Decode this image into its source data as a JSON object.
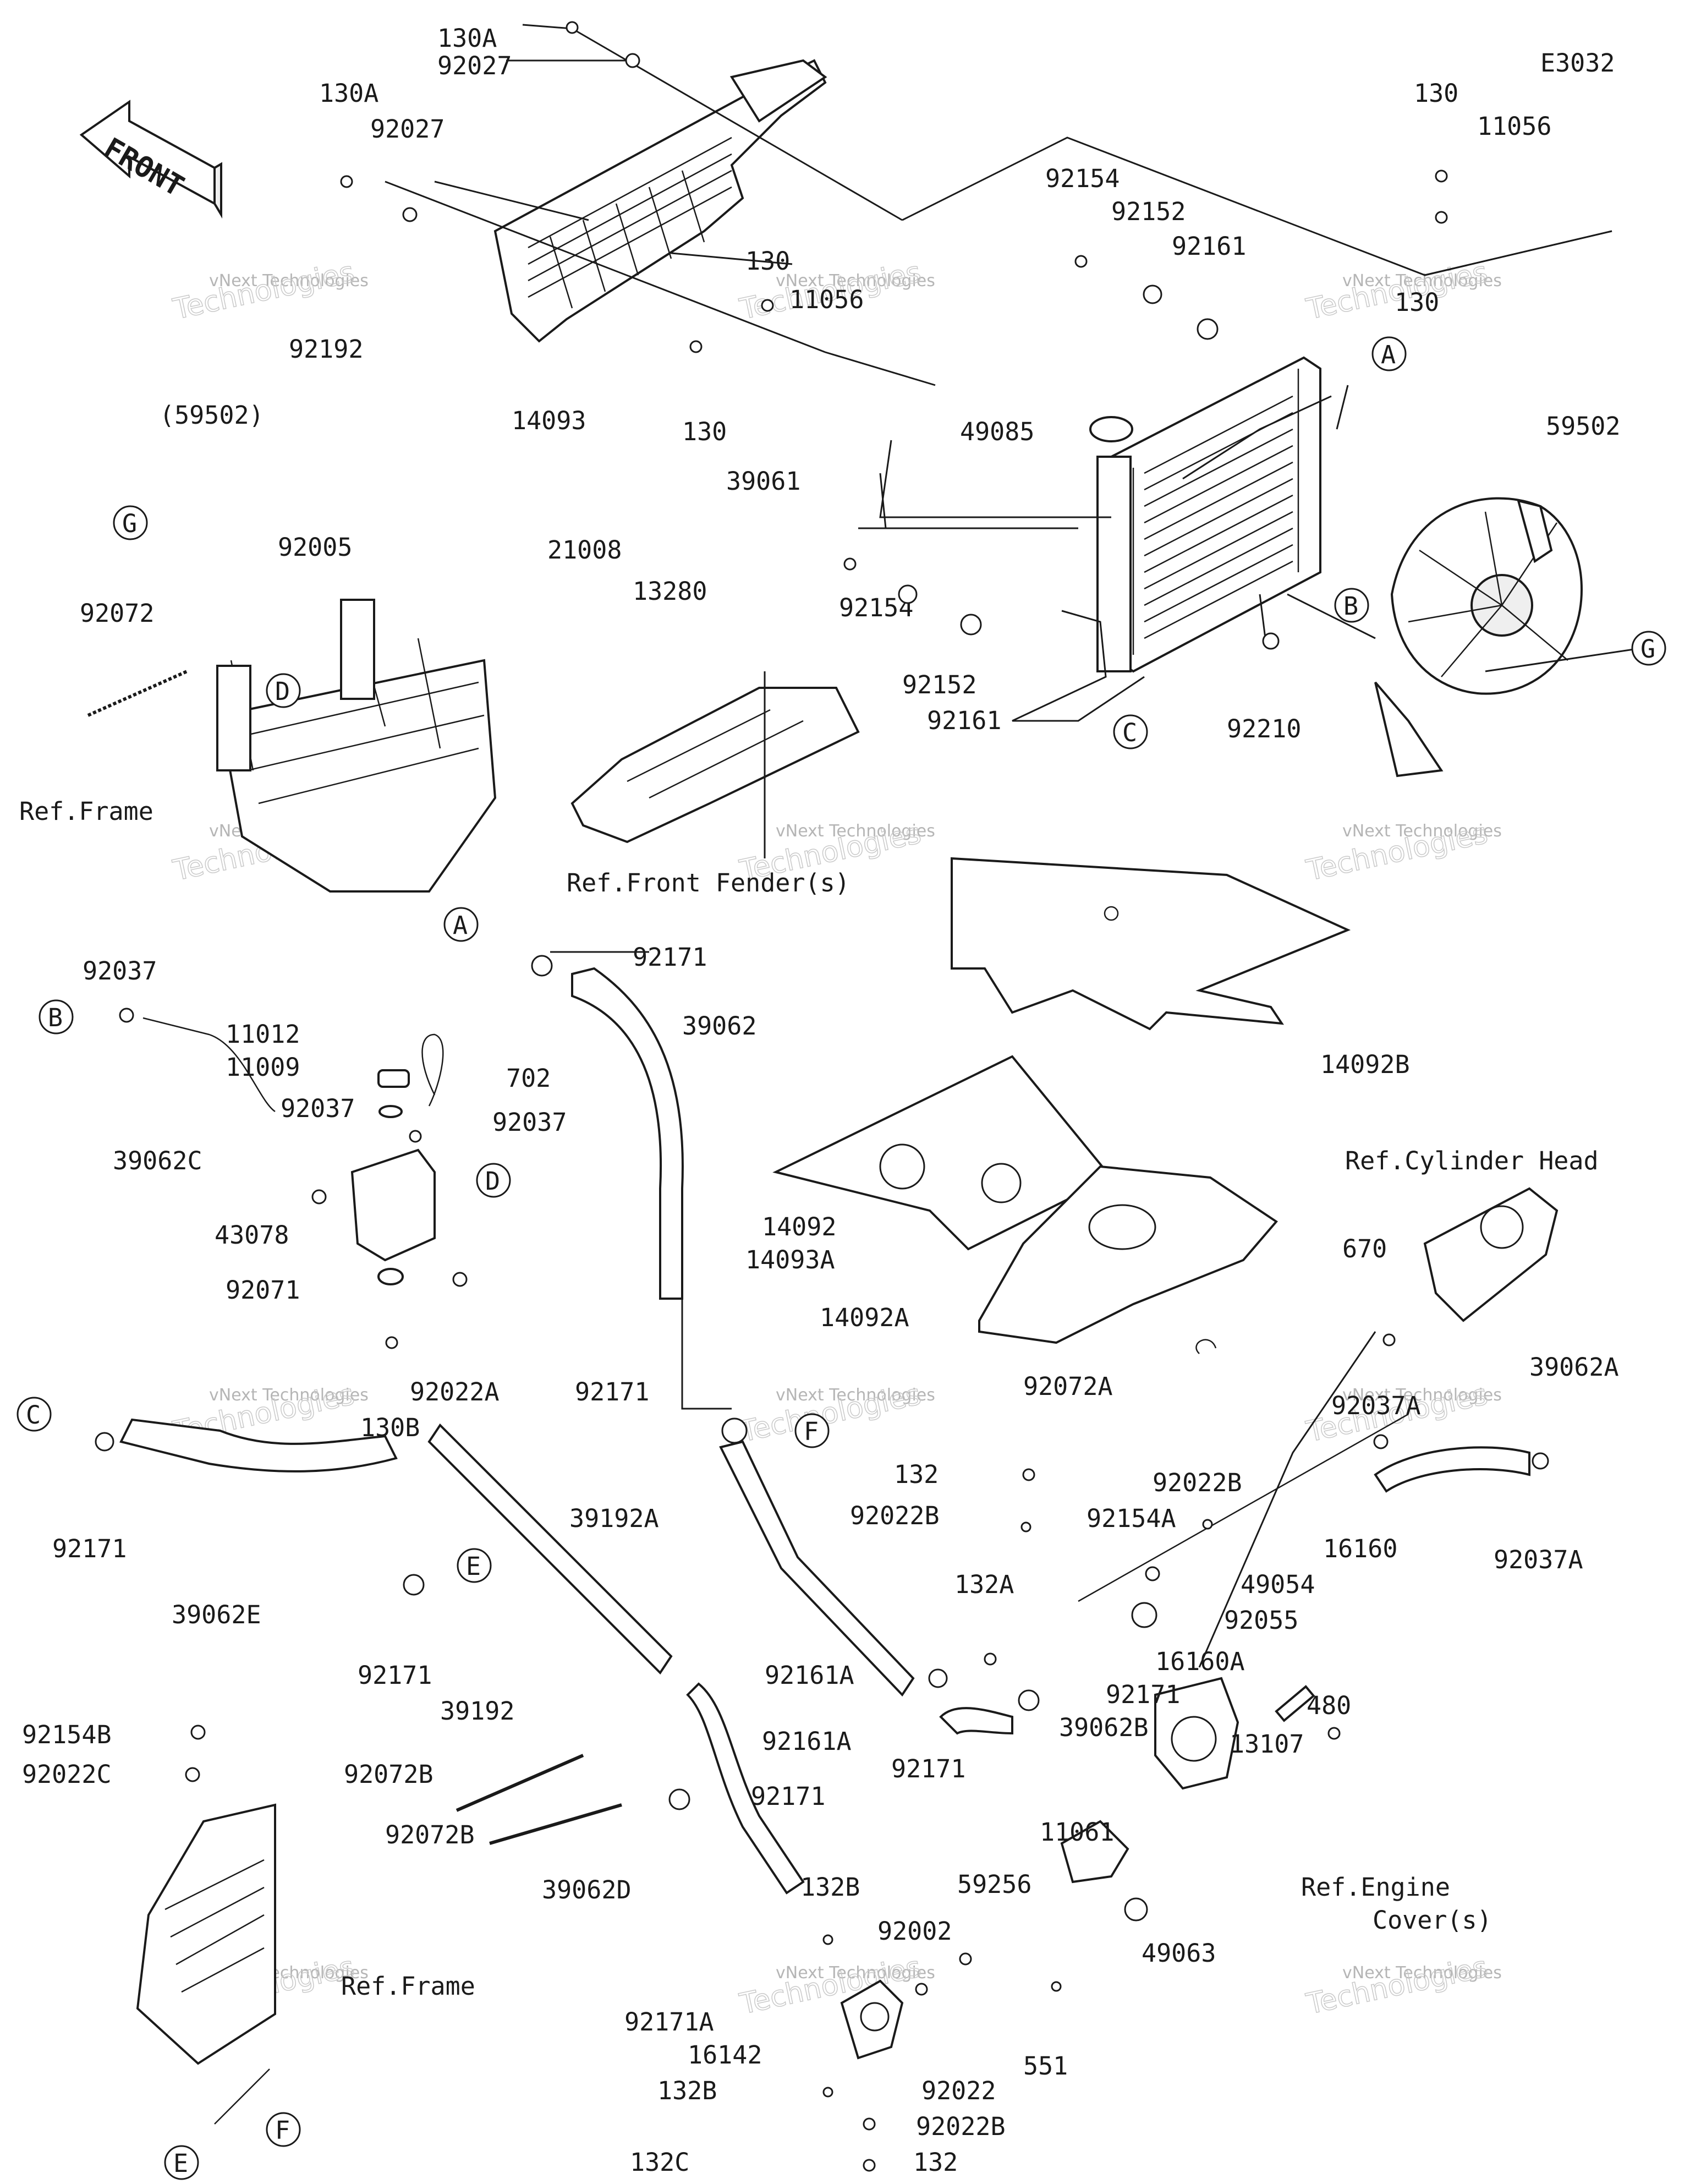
{
  "diagram_code": "E3032",
  "front_badge": "FRONT",
  "watermark": {
    "line1": "vNext Technologies",
    "line2": "vNext",
    "line3": "Technologies"
  },
  "callouts": [
    "A",
    "B",
    "C",
    "D",
    "E",
    "F",
    "G"
  ],
  "parts": {
    "p130A_1": "130A",
    "p130A_2": "130A",
    "p92027_1": "92027",
    "p92027_2": "92027",
    "p130_1": "130",
    "p130_2": "130",
    "p130_3": "130",
    "p130_4": "130",
    "p11056_1": "11056",
    "p11056_2": "11056",
    "p92154_1": "92154",
    "p92154_2": "92154",
    "p92152_1": "92152",
    "p92152_2": "92152",
    "p92161_1": "92161",
    "p92161_2": "92161",
    "p14093": "14093",
    "p49085": "49085",
    "p39061": "39061",
    "p59502": "59502",
    "p59502b": "(59502)",
    "p92192": "92192",
    "p92005": "92005",
    "p92072": "92072",
    "p21008": "21008",
    "p13280": "13280",
    "p92210": "92210",
    "ref_frame_1": "Ref.Frame",
    "ref_front_fender": "Ref.Front Fender(s)",
    "p92171_1": "92171",
    "p92171_2": "92171",
    "p92171_3": "92171",
    "p92171_4": "92171",
    "p92171_5": "92171",
    "p92171_6": "92171",
    "p92171_7": "92171",
    "p39062": "39062",
    "p14092B": "14092B",
    "p92037_1": "92037",
    "p92037_2": "92037",
    "p92037_3": "92037",
    "p11012": "11012",
    "p11009": "11009",
    "p702": "702",
    "p39062C": "39062C",
    "p43078": "43078",
    "p92071": "92071",
    "p92022A": "92022A",
    "p130B": "130B",
    "p14092": "14092",
    "p14093A": "14093A",
    "p14092A": "14092A",
    "ref_cylinder_head": "Ref.Cylinder Head",
    "p670": "670",
    "p39062A": "39062A",
    "p92037A_1": "92037A",
    "p92037A_2": "92037A",
    "p92072A": "92072A",
    "p39192A": "39192A",
    "p132_1": "132",
    "p132_2": "132",
    "p92022B_1": "92022B",
    "p92022B_2": "92022B",
    "p92022B_3": "92022B",
    "p92154A": "92154A",
    "p16160": "16160",
    "p49054": "49054",
    "p92055": "92055",
    "p132A": "132A",
    "p16160A": "16160A",
    "p39062B": "39062B",
    "p39062E": "39062E",
    "p39192": "39192",
    "p92161A_1": "92161A",
    "p92161A_2": "92161A",
    "p92154B": "92154B",
    "p92022C": "92022C",
    "p92072B_1": "92072B",
    "p92072B_2": "92072B",
    "p13107": "13107",
    "p480": "480",
    "p11061": "11061",
    "p59256": "59256",
    "ref_engine_cover_1": "Ref.Engine",
    "ref_engine_cover_2": "Cover(s)",
    "p39062D": "39062D",
    "p132B_1": "132B",
    "p132B_2": "132B",
    "p92002": "92002",
    "p49063": "49063",
    "ref_frame_2": "Ref.Frame",
    "p92171A": "92171A",
    "p16142": "16142",
    "p92022": "92022",
    "p551": "551",
    "p132C": "132C"
  }
}
